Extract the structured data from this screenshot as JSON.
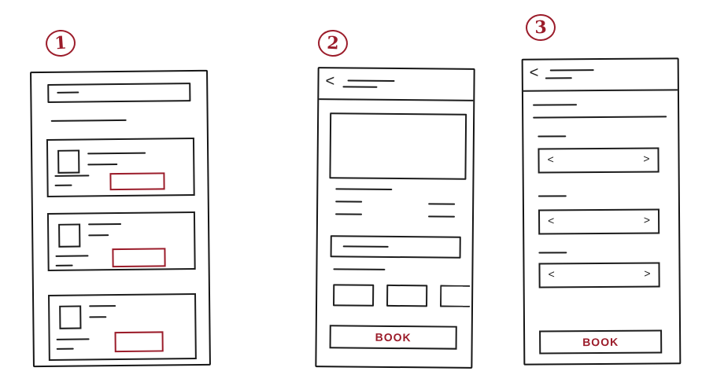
{
  "colors": {
    "accent_red": "#9b1c2a",
    "ink": "#1d1d1d"
  },
  "steps": [
    "1",
    "2",
    "3"
  ],
  "screen2": {
    "back_icon": "<",
    "book_label": "BOOK"
  },
  "screen3": {
    "back_icon": "<",
    "book_label": "BOOK",
    "pickers": [
      {
        "left": "<",
        "right": ">"
      },
      {
        "left": "<",
        "right": ">"
      },
      {
        "left": "<",
        "right": ">"
      }
    ]
  }
}
